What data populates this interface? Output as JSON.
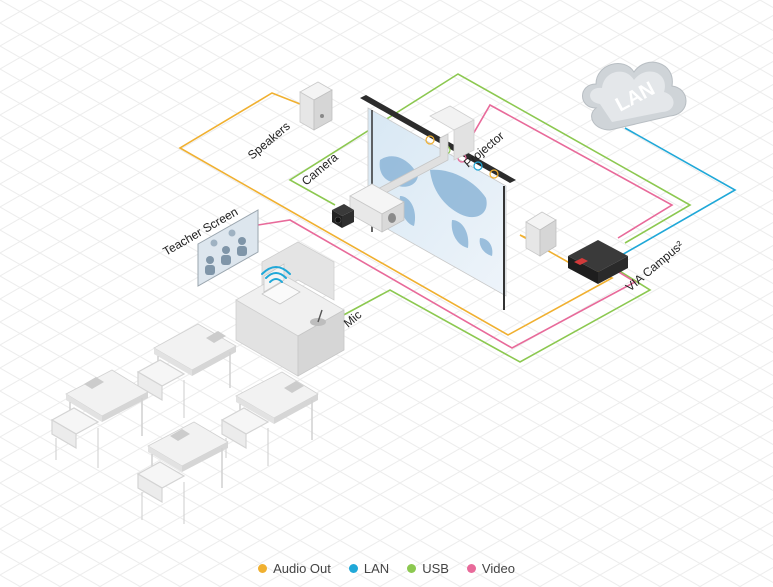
{
  "labels": {
    "speakers": "Speakers",
    "camera": "Camera",
    "projector": "Projector",
    "teacher_screen": "Teacher Screen",
    "mic": "Mic",
    "via_campus": "VIA Campus²",
    "lan": "LAN"
  },
  "legend": [
    {
      "label": "Audio Out",
      "color": "#f0b030"
    },
    {
      "label": "LAN",
      "color": "#20a8d8"
    },
    {
      "label": "USB",
      "color": "#8cc850"
    },
    {
      "label": "Video",
      "color": "#e86a9a"
    }
  ],
  "cable_colors": {
    "audio": "#f0b030",
    "lan": "#20a8d8",
    "usb": "#8cc850",
    "video": "#e86a9a"
  }
}
